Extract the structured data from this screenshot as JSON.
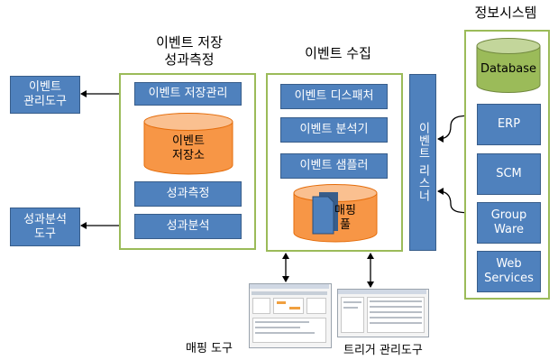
{
  "diagram": {
    "left_tools": {
      "event_mgmt_tool": "이벤트\n관리도구",
      "analysis_tool": "성과분석\n도구"
    },
    "storage_panel": {
      "title": "이벤트 저장\n성과측정",
      "storage_mgmt": "이벤트 저장관리",
      "event_store": "이벤트\n저장소",
      "measure": "성과측정",
      "analysis": "성과분석"
    },
    "collect_panel": {
      "title": "이벤트 수집",
      "dispatcher": "이벤트 디스패처",
      "analyzer": "이벤트 분석기",
      "sampler": "이벤트 샘플러",
      "mapping_pool": "매핑\n풀"
    },
    "listener": "이벤트 리스너",
    "info_systems": {
      "title": "정보시스템",
      "database": "Database",
      "erp": "ERP",
      "scm": "SCM",
      "groupware": "Group\nWare",
      "web_services": "Web\nServices"
    },
    "bottom_tools": {
      "mapping_tool": "매핑 도구",
      "trigger_tool": "트리거 관리도구"
    }
  },
  "colors": {
    "box_blue": "#4f81bd",
    "panel_green": "#9bbb59",
    "store_orange": "#f79646",
    "db_green": "#9bbb59"
  }
}
